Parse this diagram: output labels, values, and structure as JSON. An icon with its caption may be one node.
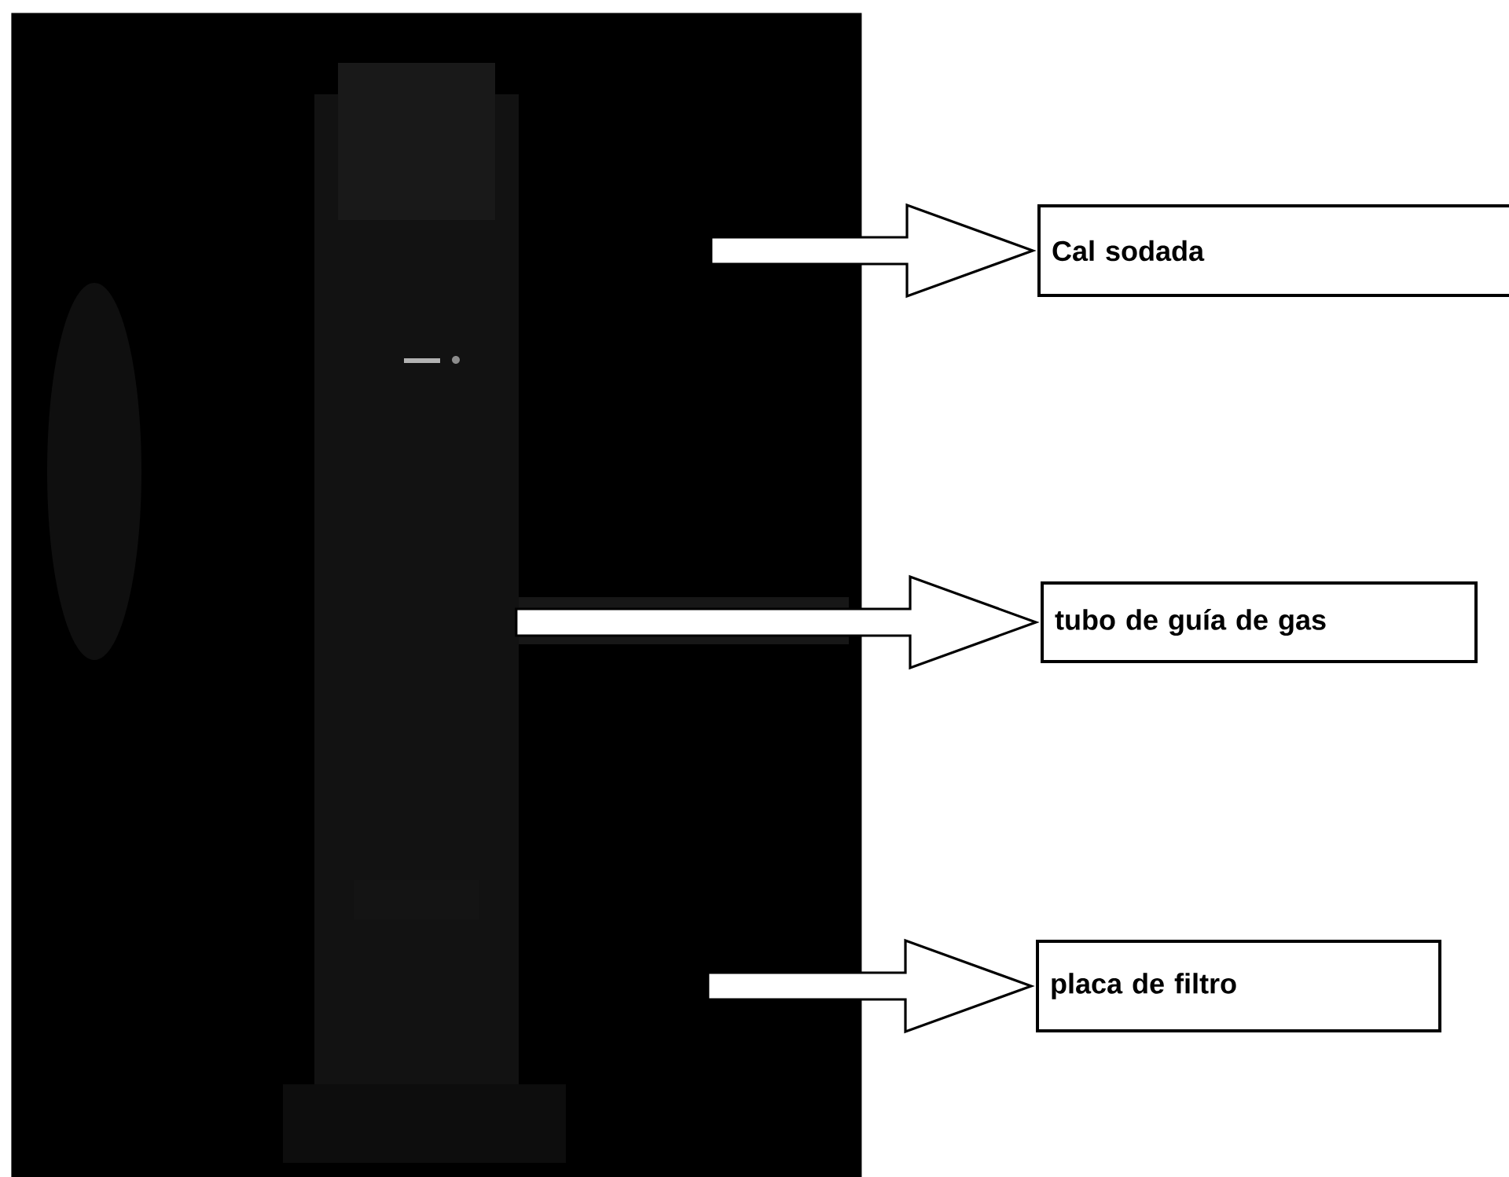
{
  "diagram": {
    "nodes": [
      {
        "text": [],
        "shape": "picture"
      },
      {
        "text": [
          "Cal sodada"
        ]
      },
      {
        "text": [
          "tubo de guía de gas"
        ]
      },
      {
        "text": [
          "placa de filtro"
        ]
      }
    ],
    "edges": [
      {
        "from": 0,
        "to": 1,
        "arrow": "to",
        "style": "thick"
      },
      {
        "from": 0,
        "to": 2,
        "arrow": "to",
        "style": "thick"
      },
      {
        "from": 0,
        "to": 3,
        "arrow": "to",
        "style": "thick"
      }
    ]
  }
}
